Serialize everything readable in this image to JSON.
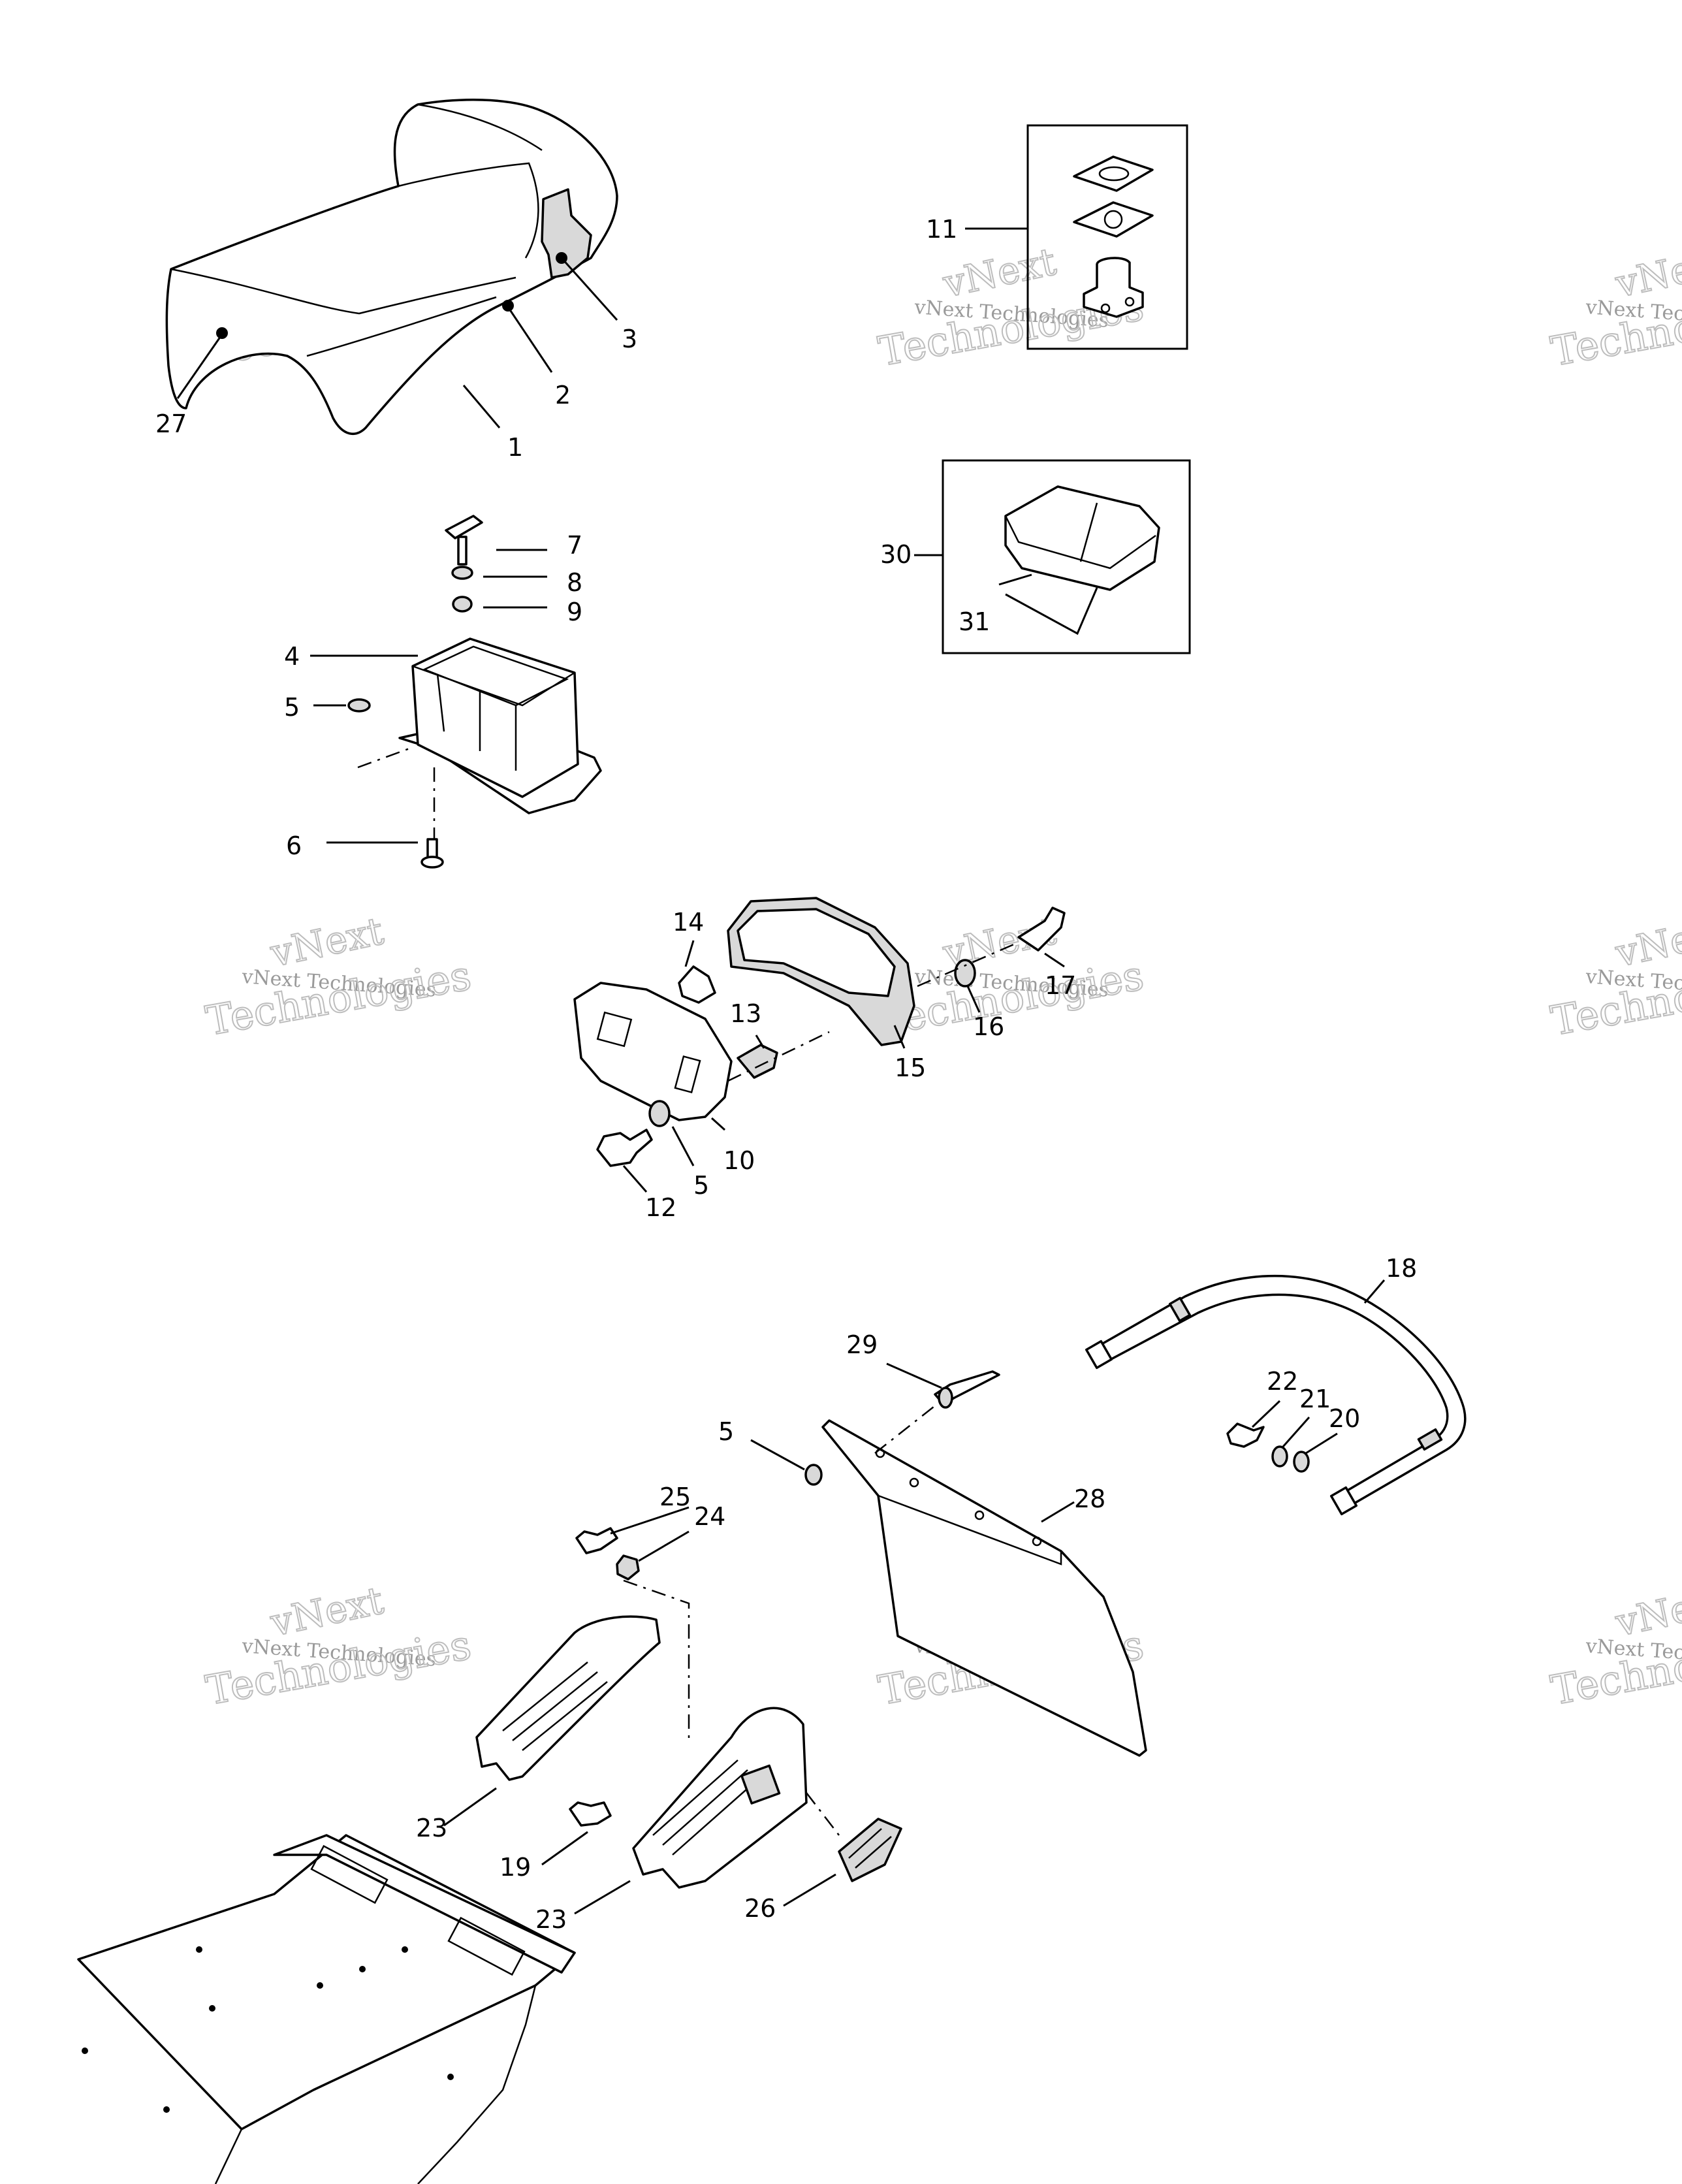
{
  "watermark": {
    "brand": "vNext",
    "line": "vNext Technologies",
    "big": "Technologies"
  },
  "callouts": {
    "c1": "1",
    "c2": "2",
    "c3": "3",
    "c4": "4",
    "c5a": "5",
    "c5b": "5",
    "c5c": "5",
    "c6": "6",
    "c7": "7",
    "c8": "8",
    "c9": "9",
    "c10": "10",
    "c11": "11",
    "c12": "12",
    "c13": "13",
    "c14": "14",
    "c15": "15",
    "c16": "16",
    "c17": "17",
    "c18": "18",
    "c19": "19",
    "c20": "20",
    "c21": "21",
    "c22": "22",
    "c23a": "23",
    "c23b": "23",
    "c24": "24",
    "c25": "25",
    "c26": "26",
    "c27": "27",
    "c28": "28",
    "c29": "29",
    "c30": "30",
    "c31": "31"
  }
}
